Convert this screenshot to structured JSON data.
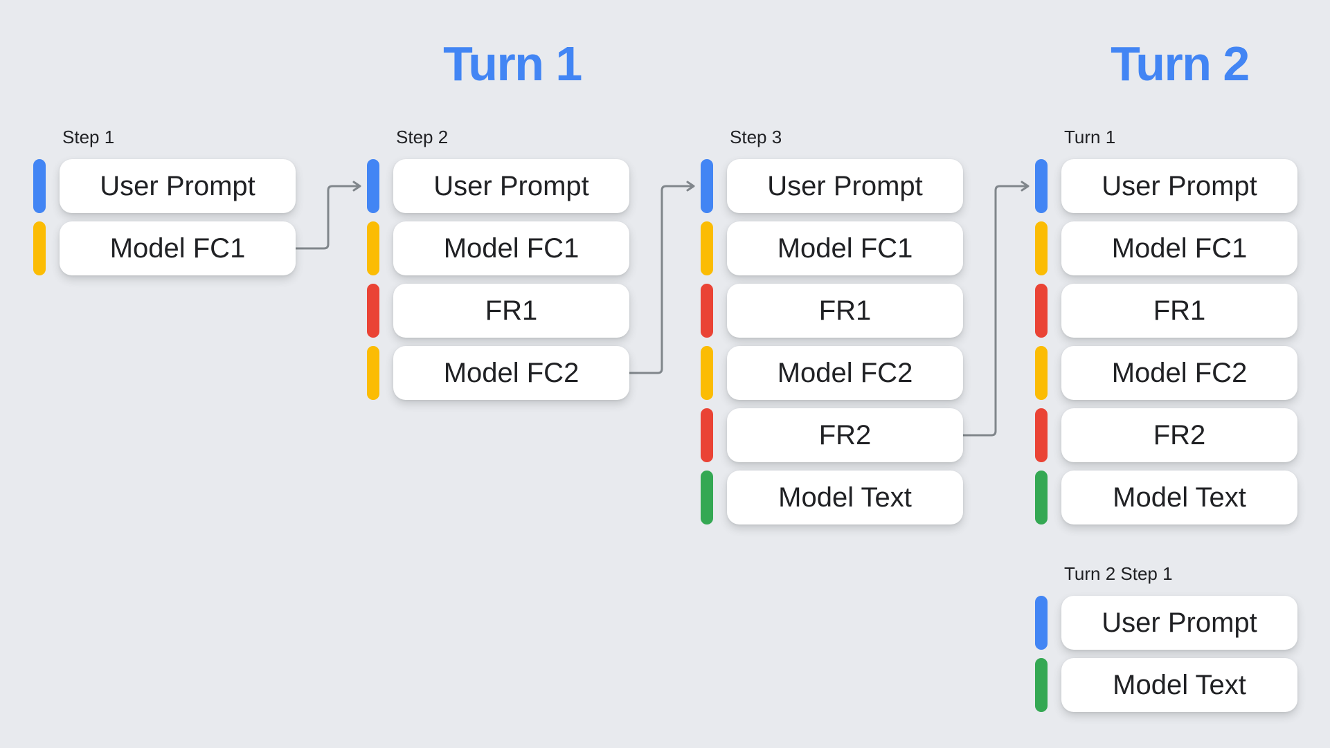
{
  "headings": [
    {
      "label": "Turn 1"
    },
    {
      "label": "Turn 2"
    }
  ],
  "colors": {
    "background": "#E8EAEE",
    "box": "#FFFFFF",
    "text": "#202124",
    "label": "#202124",
    "heading": "#4285F4",
    "arrow": "#80868B",
    "blue": "#4285F4",
    "yellow": "#FBBC04",
    "red": "#EA4335",
    "green": "#34A853"
  },
  "columns": [
    {
      "label": "Step 1",
      "items": [
        {
          "label": "User Prompt",
          "color": "blue"
        },
        {
          "label": "Model FC1",
          "color": "yellow"
        }
      ]
    },
    {
      "label": "Step 2",
      "items": [
        {
          "label": "User Prompt",
          "color": "blue"
        },
        {
          "label": "Model FC1",
          "color": "yellow"
        },
        {
          "label": "FR1",
          "color": "red"
        },
        {
          "label": "Model FC2",
          "color": "yellow"
        }
      ]
    },
    {
      "label": "Step 3",
      "items": [
        {
          "label": "User Prompt",
          "color": "blue"
        },
        {
          "label": "Model FC1",
          "color": "yellow"
        },
        {
          "label": "FR1",
          "color": "red"
        },
        {
          "label": "Model FC2",
          "color": "yellow"
        },
        {
          "label": "FR2",
          "color": "red"
        },
        {
          "label": "Model Text",
          "color": "green"
        }
      ]
    },
    {
      "label": "Turn 1",
      "items": [
        {
          "label": "User Prompt",
          "color": "blue"
        },
        {
          "label": "Model FC1",
          "color": "yellow"
        },
        {
          "label": "FR1",
          "color": "red"
        },
        {
          "label": "Model FC2",
          "color": "yellow"
        },
        {
          "label": "FR2",
          "color": "red"
        },
        {
          "label": "Model Text",
          "color": "green"
        }
      ]
    },
    {
      "label": "Turn 2 Step 1",
      "items": [
        {
          "label": "User Prompt",
          "color": "blue"
        },
        {
          "label": "Model Text",
          "color": "green"
        }
      ]
    }
  ],
  "arrows": [
    {
      "from_column": 0,
      "from_item": 1,
      "to_column": 1,
      "to_item": 0
    },
    {
      "from_column": 1,
      "from_item": 3,
      "to_column": 2,
      "to_item": 0
    },
    {
      "from_column": 2,
      "from_item": 4,
      "to_column": 3,
      "to_item": 0
    }
  ]
}
